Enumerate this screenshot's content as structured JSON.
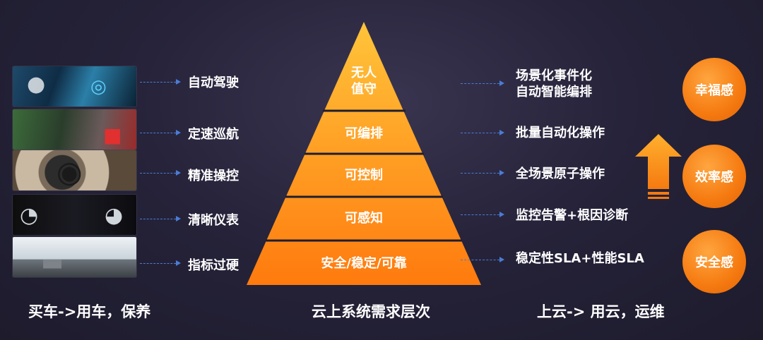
{
  "left_items": [
    {
      "label": "自动驾驶",
      "image": "autonomous-driving-cockpit"
    },
    {
      "label": "定速巡航",
      "image": "cruise-control-road"
    },
    {
      "label": "精准操控",
      "image": "steering-wheel"
    },
    {
      "label": "清晰仪表",
      "image": "instrument-cluster"
    },
    {
      "label": "指标过硬",
      "image": "car-exterior"
    }
  ],
  "pyramid": {
    "levels": [
      {
        "label": "无人\n值守"
      },
      {
        "label": "可编排"
      },
      {
        "label": "可控制"
      },
      {
        "label": "可感知"
      },
      {
        "label": "安全/稳定/可靠"
      }
    ],
    "colors": {
      "top": "#ffc43a",
      "bottom": "#ff7a0e"
    }
  },
  "right_items": [
    {
      "label": "场景化事件化\n自动智能编排"
    },
    {
      "label": "批量自动化操作"
    },
    {
      "label": "全场景原子操作"
    },
    {
      "label": "监控告警+根因诊断"
    },
    {
      "label": "稳定性SLA+性能SLA"
    }
  ],
  "circles": [
    {
      "label": "幸福感"
    },
    {
      "label": "效率感"
    },
    {
      "label": "安全感"
    }
  ],
  "bottom_titles": {
    "left": "买车->用车，保养",
    "center": "云上系统需求层次",
    "right": "上云-> 用云，运维"
  },
  "colors": {
    "arrow": "#4a7cd6",
    "accent": "#f57a10",
    "background": "#26233a"
  }
}
